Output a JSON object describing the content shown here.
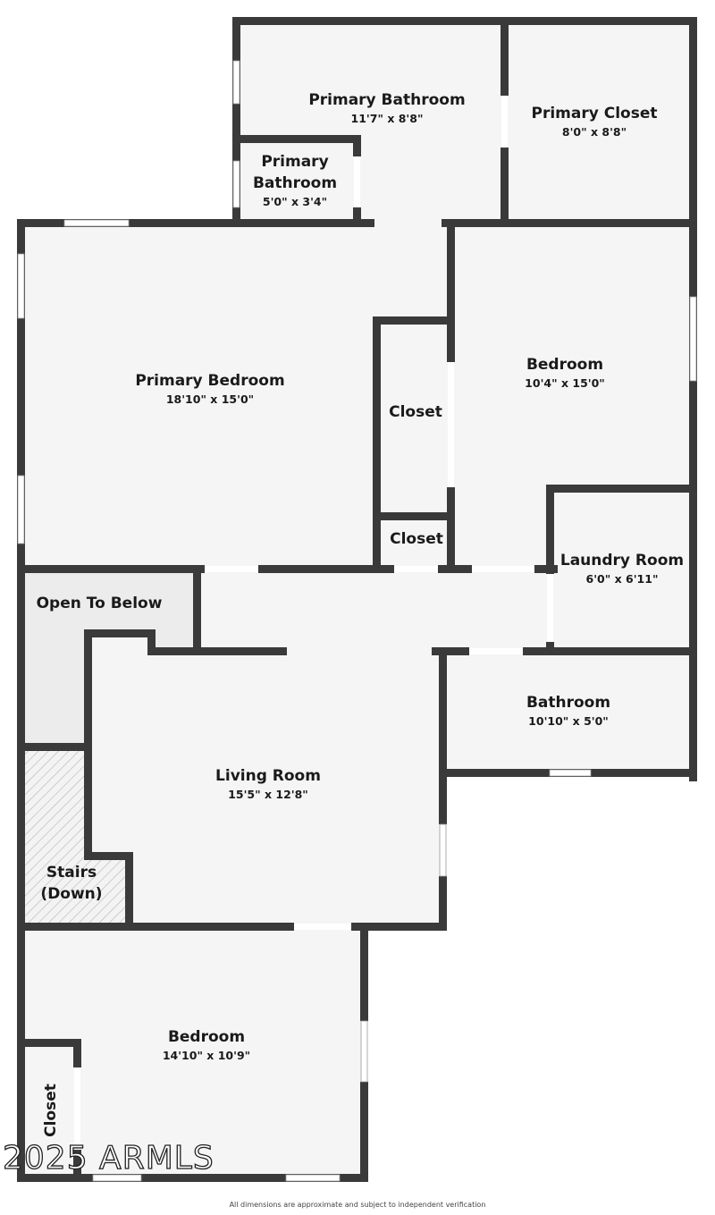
{
  "floor_plan": {
    "rooms": [
      {
        "id": "primary-bathroom",
        "label": "Primary Bathroom",
        "dimensions": "11'7\" x 8'8\""
      },
      {
        "id": "primary-closet",
        "label": "Primary Closet",
        "dimensions": "8'0\" x 8'8\""
      },
      {
        "id": "primary-bathroom-small",
        "label_line1": "Primary",
        "label_line2": "Bathroom",
        "dimensions": "5'0\" x 3'4\""
      },
      {
        "id": "primary-bedroom",
        "label": "Primary Bedroom",
        "dimensions": "18'10\" x 15'0\""
      },
      {
        "id": "bedroom-east",
        "label": "Bedroom",
        "dimensions": "10'4\" x 15'0\""
      },
      {
        "id": "closet-upper",
        "label": "Closet"
      },
      {
        "id": "closet-lower",
        "label": "Closet"
      },
      {
        "id": "laundry-room",
        "label": "Laundry Room",
        "dimensions": "6'0\" x 6'11\""
      },
      {
        "id": "open-to-below",
        "label": "Open To Below"
      },
      {
        "id": "bathroom",
        "label": "Bathroom",
        "dimensions": "10'10\" x 5'0\""
      },
      {
        "id": "living-room",
        "label": "Living Room",
        "dimensions": "15'5\" x 12'8\""
      },
      {
        "id": "stairs",
        "label_line1": "Stairs",
        "label_line2": "(Down)"
      },
      {
        "id": "bedroom-south",
        "label": "Bedroom",
        "dimensions": "14'10\" x 10'9\""
      },
      {
        "id": "closet-south",
        "label": "Closet"
      }
    ]
  },
  "watermark": "2025 ARMLS",
  "disclaimer": "All dimensions are approximate and subject to independent verification",
  "colors": {
    "wall": "#3a3a3a",
    "floor": "#f5f5f5",
    "open_area": "#ececec",
    "text": "#1a1a1a"
  }
}
